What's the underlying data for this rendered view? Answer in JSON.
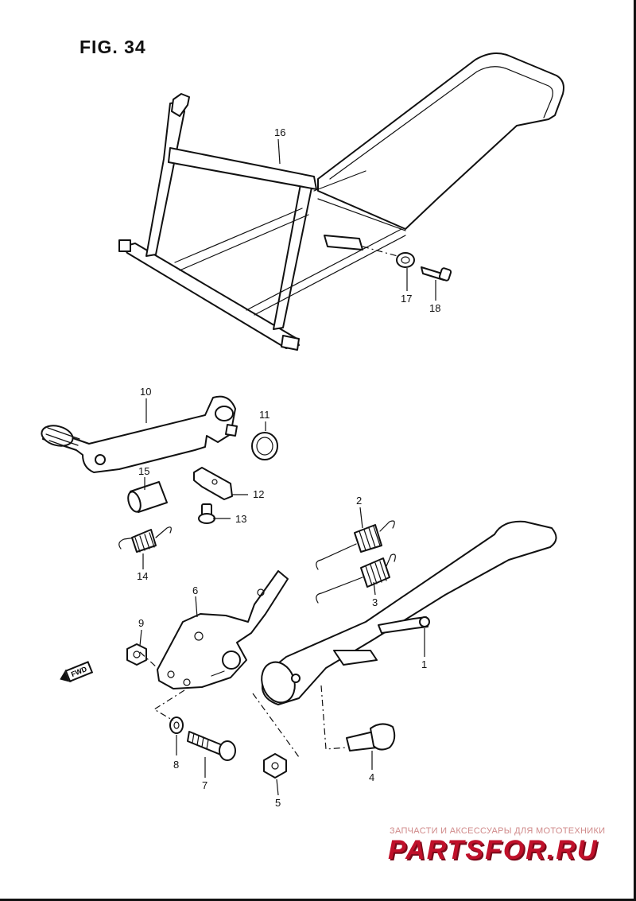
{
  "figure": {
    "title": "FIG. 34"
  },
  "callouts": [
    {
      "id": "c1",
      "text": "1"
    },
    {
      "id": "c2",
      "text": "2"
    },
    {
      "id": "c3",
      "text": "3"
    },
    {
      "id": "c4",
      "text": "4"
    },
    {
      "id": "c5",
      "text": "5"
    },
    {
      "id": "c6",
      "text": "6"
    },
    {
      "id": "c7",
      "text": "7"
    },
    {
      "id": "c8",
      "text": "8"
    },
    {
      "id": "c9",
      "text": "9"
    },
    {
      "id": "c10",
      "text": "10"
    },
    {
      "id": "c11",
      "text": "11"
    },
    {
      "id": "c12",
      "text": "12"
    },
    {
      "id": "c13",
      "text": "13"
    },
    {
      "id": "c14",
      "text": "14"
    },
    {
      "id": "c15",
      "text": "15"
    },
    {
      "id": "c16",
      "text": "16"
    },
    {
      "id": "c17",
      "text": "17"
    },
    {
      "id": "c18",
      "text": "18"
    }
  ],
  "fwd_label": "FWD",
  "watermark": {
    "tagline": "ЗАПЧАСТИ И АКСЕССУАРЫ ДЛЯ МОТОТЕХНИКИ",
    "logo": "PARTSFOR.RU",
    "color": "#c0102a"
  }
}
